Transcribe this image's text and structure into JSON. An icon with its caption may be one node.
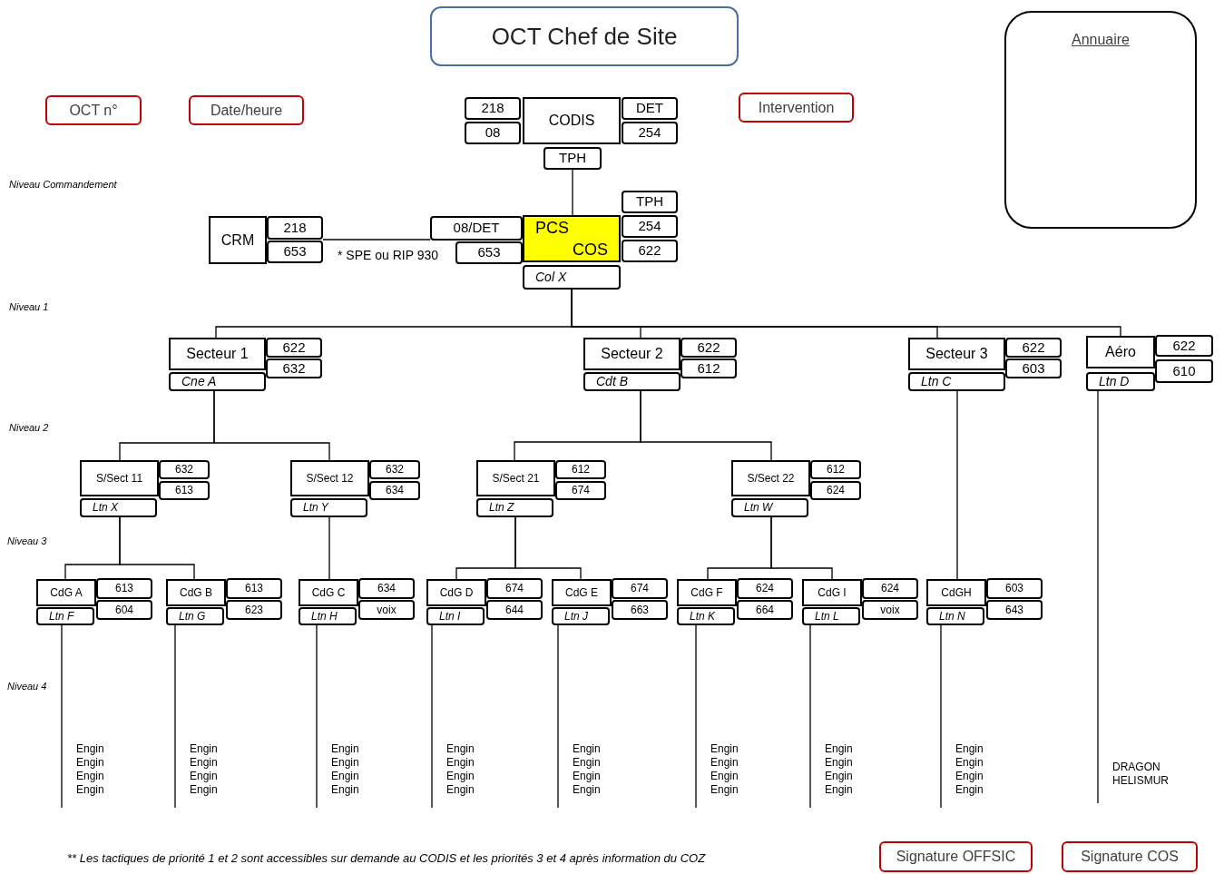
{
  "diagram": {
    "nodes": [
      {
        "text": [
          "OCT Chef de Site"
        ]
      },
      {
        "text": [
          "Annuaire"
        ]
      },
      {
        "text": [
          "OCT n°"
        ]
      },
      {
        "text": [
          "Date/heure"
        ]
      },
      {
        "text": [
          "Intervention"
        ]
      },
      {
        "text": [
          "218"
        ]
      },
      {
        "text": [
          "08"
        ]
      },
      {
        "text": [
          "CODIS"
        ]
      },
      {
        "text": [
          "DET"
        ]
      },
      {
        "text": [
          "254"
        ]
      },
      {
        "text": [
          "TPH"
        ]
      },
      {
        "text": [
          "CRM"
        ]
      },
      {
        "text": [
          "218"
        ]
      },
      {
        "text": [
          "653"
        ]
      },
      {
        "text": [
          "TPH"
        ]
      },
      {
        "text": [
          "08/DET"
        ]
      },
      {
        "text": [
          "PCS",
          "COS"
        ]
      },
      {
        "text": [
          "254"
        ]
      },
      {
        "text": [
          "653"
        ]
      },
      {
        "text": [
          "622"
        ]
      },
      {
        "text": [
          "Col X"
        ]
      },
      {
        "text": [
          "Secteur 1"
        ]
      },
      {
        "text": [
          "622"
        ]
      },
      {
        "text": [
          "632"
        ]
      },
      {
        "text": [
          "Cne A"
        ]
      },
      {
        "text": [
          "Secteur 2"
        ]
      },
      {
        "text": [
          "622"
        ]
      },
      {
        "text": [
          "612"
        ]
      },
      {
        "text": [
          "Cdt B"
        ]
      },
      {
        "text": [
          "Secteur 3"
        ]
      },
      {
        "text": [
          "622"
        ]
      },
      {
        "text": [
          "603"
        ]
      },
      {
        "text": [
          "Ltn C"
        ]
      },
      {
        "text": [
          "Aéro"
        ]
      },
      {
        "text": [
          "622"
        ]
      },
      {
        "text": [
          "610"
        ]
      },
      {
        "text": [
          "Ltn D"
        ]
      },
      {
        "text": [
          "S/Sect 11"
        ]
      },
      {
        "text": [
          "632"
        ]
      },
      {
        "text": [
          "613"
        ]
      },
      {
        "text": [
          "Ltn X"
        ]
      },
      {
        "text": [
          "S/Sect 12"
        ]
      },
      {
        "text": [
          "632"
        ]
      },
      {
        "text": [
          "634"
        ]
      },
      {
        "text": [
          "Ltn Y"
        ]
      },
      {
        "text": [
          "S/Sect 21"
        ]
      },
      {
        "text": [
          "612"
        ]
      },
      {
        "text": [
          "674"
        ]
      },
      {
        "text": [
          "Ltn Z"
        ]
      },
      {
        "text": [
          "S/Sect 22"
        ]
      },
      {
        "text": [
          "612"
        ]
      },
      {
        "text": [
          "624"
        ]
      },
      {
        "text": [
          "Ltn W"
        ]
      },
      {
        "text": [
          "CdG A"
        ]
      },
      {
        "text": [
          "613"
        ]
      },
      {
        "text": [
          "604"
        ]
      },
      {
        "text": [
          "Ltn F"
        ]
      },
      {
        "text": [
          "CdG B"
        ]
      },
      {
        "text": [
          "613"
        ]
      },
      {
        "text": [
          "623"
        ]
      },
      {
        "text": [
          "Ltn G"
        ]
      },
      {
        "text": [
          "CdG C"
        ]
      },
      {
        "text": [
          "634"
        ]
      },
      {
        "text": [
          "voix"
        ]
      },
      {
        "text": [
          "Ltn H"
        ]
      },
      {
        "text": [
          "CdG D"
        ]
      },
      {
        "text": [
          "674"
        ]
      },
      {
        "text": [
          "644"
        ]
      },
      {
        "text": [
          "Ltn I"
        ]
      },
      {
        "text": [
          "CdG E"
        ]
      },
      {
        "text": [
          "674"
        ]
      },
      {
        "text": [
          "663"
        ]
      },
      {
        "text": [
          "Ltn J"
        ]
      },
      {
        "text": [
          "CdG F"
        ]
      },
      {
        "text": [
          "624"
        ]
      },
      {
        "text": [
          "664"
        ]
      },
      {
        "text": [
          "Ltn K"
        ]
      },
      {
        "text": [
          "CdG I"
        ]
      },
      {
        "text": [
          "624"
        ]
      },
      {
        "text": [
          "voix"
        ]
      },
      {
        "text": [
          "Ltn L"
        ]
      },
      {
        "text": [
          "CdGH"
        ]
      },
      {
        "text": [
          "603"
        ]
      },
      {
        "text": [
          "643"
        ]
      },
      {
        "text": [
          "Ltn N"
        ]
      },
      {
        "text": [
          "Engin",
          "Engin",
          "Engin",
          "Engin"
        ]
      },
      {
        "text": [
          "Engin",
          "Engin",
          "Engin",
          "Engin"
        ]
      },
      {
        "text": [
          "Engin",
          "Engin",
          "Engin",
          "Engin"
        ]
      },
      {
        "text": [
          "Engin",
          "Engin",
          "Engin",
          "Engin"
        ]
      },
      {
        "text": [
          "Engin",
          "Engin",
          "Engin",
          "Engin"
        ]
      },
      {
        "text": [
          "Engin",
          "Engin",
          "Engin",
          "Engin"
        ]
      },
      {
        "text": [
          "Engin",
          "Engin",
          "Engin",
          "Engin"
        ]
      },
      {
        "text": [
          "Engin",
          "Engin",
          "Engin",
          "Engin"
        ]
      },
      {
        "text": [
          "DRAGON",
          "HELISMUR"
        ]
      },
      {
        "text": [
          "Signature OFFSIC"
        ]
      },
      {
        "text": [
          "Signature COS"
        ]
      }
    ],
    "edges": [
      {
        "from": 10,
        "to": 16,
        "arrow": "none"
      },
      {
        "from": 12,
        "to": 15,
        "arrow": "none",
        "label": "* SPE ou RIP 930"
      },
      {
        "from": 20,
        "to": 21,
        "arrow": "none"
      },
      {
        "from": 20,
        "to": 25,
        "arrow": "none"
      },
      {
        "from": 20,
        "to": 29,
        "arrow": "none"
      },
      {
        "from": 20,
        "to": 33,
        "arrow": "none"
      },
      {
        "from": 24,
        "to": 37,
        "arrow": "none"
      },
      {
        "from": 24,
        "to": 41,
        "arrow": "none"
      },
      {
        "from": 28,
        "to": 45,
        "arrow": "none"
      },
      {
        "from": 28,
        "to": 49,
        "arrow": "none"
      },
      {
        "from": 40,
        "to": 53,
        "arrow": "none"
      },
      {
        "from": 40,
        "to": 57,
        "arrow": "none"
      },
      {
        "from": 44,
        "to": 61,
        "arrow": "none"
      },
      {
        "from": 48,
        "to": 65,
        "arrow": "none"
      },
      {
        "from": 48,
        "to": 69,
        "arrow": "none"
      },
      {
        "from": 52,
        "to": 73,
        "arrow": "none"
      },
      {
        "from": 52,
        "to": 77,
        "arrow": "none"
      },
      {
        "from": 32,
        "to": 81,
        "arrow": "none"
      },
      {
        "from": 36,
        "to": 93,
        "arrow": "none"
      },
      {
        "from": 56,
        "to": 85,
        "arrow": "none"
      },
      {
        "from": 60,
        "to": 86,
        "arrow": "none"
      },
      {
        "from": 64,
        "to": 87,
        "arrow": "none"
      },
      {
        "from": 68,
        "to": 88,
        "arrow": "none"
      },
      {
        "from": 72,
        "to": 89,
        "arrow": "none"
      },
      {
        "from": 76,
        "to": 90,
        "arrow": "none"
      },
      {
        "from": 80,
        "to": 91,
        "arrow": "none"
      },
      {
        "from": 84,
        "to": 92,
        "arrow": "none"
      }
    ],
    "labels": [
      "Niveau Commandement",
      "Niveau 1",
      "Niveau 2",
      "Niveau 3",
      "Niveau 4",
      "** Les tactiques de priorité 1 et 2 sont accessibles sur demande au CODIS et les priorités 3 et 4 après information du COZ"
    ]
  }
}
